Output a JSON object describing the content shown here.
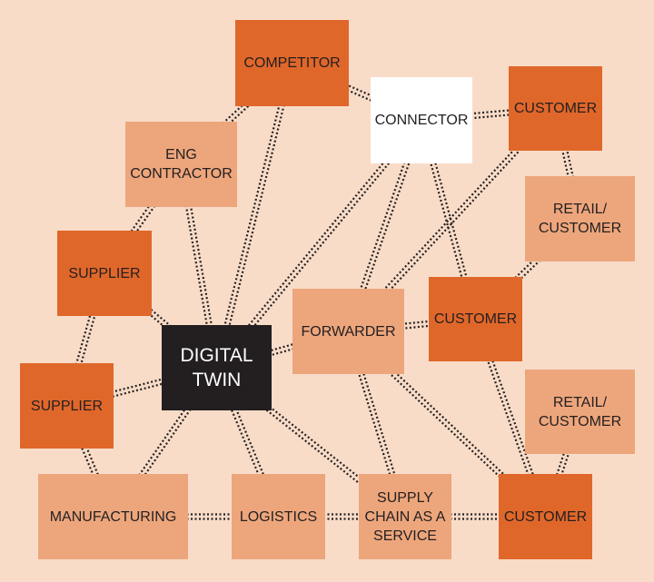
{
  "nodes": {
    "competitor": {
      "label": "COMPETITOR"
    },
    "connector": {
      "label": "CONNECTOR"
    },
    "customer_1": {
      "label": "CUSTOMER"
    },
    "eng_contractor": {
      "label": "ENG\nCONTRACTOR"
    },
    "retail_1": {
      "label": "RETAIL/\nCUSTOMER"
    },
    "supplier_1": {
      "label": "SUPPLIER"
    },
    "forwarder": {
      "label": "FORWARDER"
    },
    "customer_2": {
      "label": "CUSTOMER"
    },
    "digital_twin": {
      "label": "DIGITAL\nTWIN"
    },
    "supplier_2": {
      "label": "SUPPLIER"
    },
    "retail_2": {
      "label": "RETAIL/\nCUSTOMER"
    },
    "manufacturing": {
      "label": "MANUFACTURING"
    },
    "logistics": {
      "label": "LOGISTICS"
    },
    "scaas": {
      "label": "SUPPLY\nCHAIN AS A\nSERVICE"
    },
    "customer_3": {
      "label": "CUSTOMER"
    }
  },
  "colors": {
    "background": "#f8dcc8",
    "node_dark": "#e0672a",
    "node_light": "#eda67c",
    "node_white": "#ffffff",
    "node_black": "#231f20",
    "link": "#231f20"
  },
  "links": [
    [
      "n-digital-twin",
      "n-competitor"
    ],
    [
      "n-digital-twin",
      "n-eng"
    ],
    [
      "n-digital-twin",
      "n-supplier-1"
    ],
    [
      "n-digital-twin",
      "n-supplier-2"
    ],
    [
      "n-digital-twin",
      "n-manufacturing"
    ],
    [
      "n-digital-twin",
      "n-logistics"
    ],
    [
      "n-digital-twin",
      "n-scaas"
    ],
    [
      "n-digital-twin",
      "n-forwarder"
    ],
    [
      "n-digital-twin",
      "n-connector"
    ],
    [
      "n-competitor",
      "n-eng"
    ],
    [
      "n-competitor",
      "n-connector"
    ],
    [
      "n-connector",
      "n-customer-1"
    ],
    [
      "n-connector",
      "n-forwarder"
    ],
    [
      "n-connector",
      "n-customer-2"
    ],
    [
      "n-customer-1",
      "n-forwarder"
    ],
    [
      "n-customer-1",
      "n-retail-1"
    ],
    [
      "n-retail-1",
      "n-customer-2"
    ],
    [
      "n-eng",
      "n-supplier-1"
    ],
    [
      "n-supplier-1",
      "n-supplier-2"
    ],
    [
      "n-supplier-2",
      "n-manufacturing"
    ],
    [
      "n-forwarder",
      "n-customer-2"
    ],
    [
      "n-forwarder",
      "n-scaas"
    ],
    [
      "n-forwarder",
      "n-customer-3"
    ],
    [
      "n-customer-2",
      "n-customer-3"
    ],
    [
      "n-retail-2",
      "n-customer-3"
    ],
    [
      "n-manufacturing",
      "n-logistics"
    ],
    [
      "n-logistics",
      "n-scaas"
    ],
    [
      "n-scaas",
      "n-customer-3"
    ]
  ]
}
